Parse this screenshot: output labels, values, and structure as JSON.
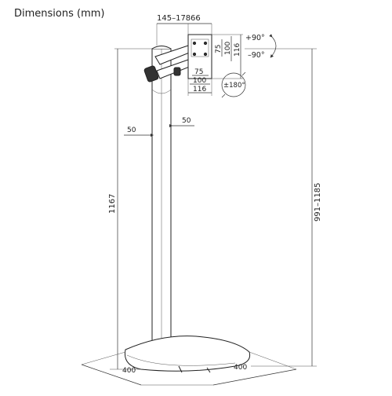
{
  "title": "Dimensions (mm)",
  "labels": {
    "arm_reach": "145–178",
    "plate_offset": "66",
    "vesa_75_v": "75",
    "vesa_100_v": "100",
    "vesa_116_v": "116",
    "vesa_75_h": "75",
    "vesa_100_h": "100",
    "vesa_116_h": "116",
    "tilt_up": "+90°",
    "tilt_down": "–90°",
    "rotate": "±180°",
    "pole_left": "50",
    "pole_right": "50",
    "height_total": "1167",
    "height_range": "991–1185",
    "base_left": "400",
    "base_right": "400"
  },
  "colors": {
    "line": "#222222",
    "dim_line": "#333333",
    "background": "#ffffff"
  }
}
